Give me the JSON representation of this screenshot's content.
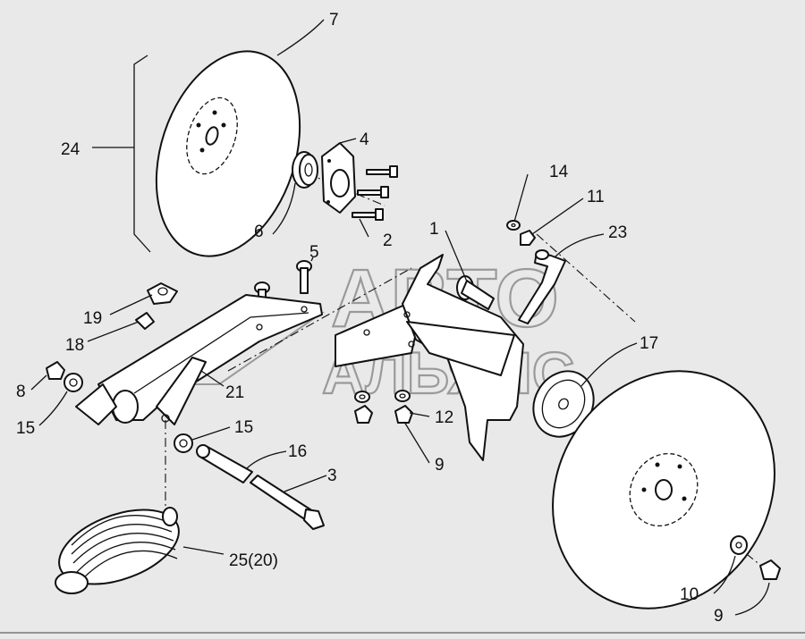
{
  "watermark": {
    "line1": "АВТО",
    "line2": "АЛЬЯНС"
  },
  "callouts": [
    "1",
    "2",
    "3",
    "4",
    "5",
    "6",
    "7",
    "8",
    "9",
    "9",
    "10",
    "11",
    "12",
    "14",
    "15",
    "15",
    "16",
    "17",
    "18",
    "19",
    "21",
    "23",
    "24",
    "25(20)"
  ]
}
